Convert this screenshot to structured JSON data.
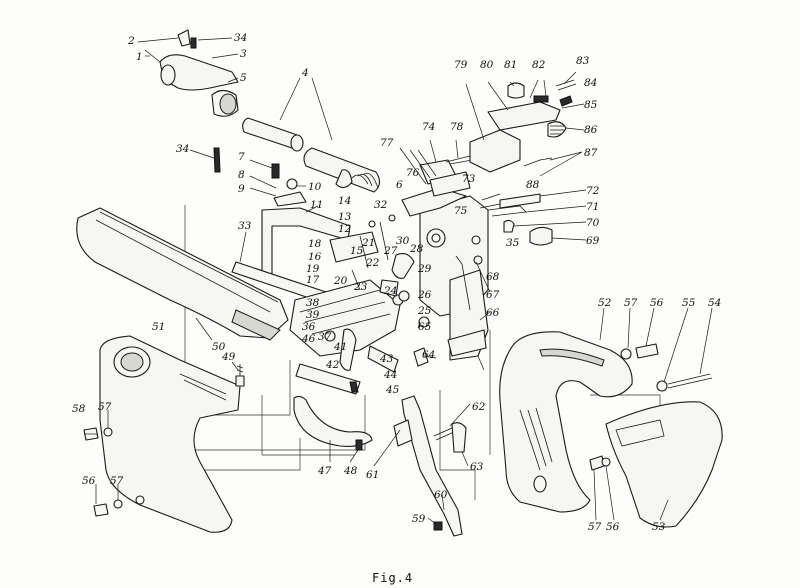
{
  "figure": {
    "caption": "Fig.4"
  },
  "callouts": [
    {
      "id": "c1",
      "text": "1"
    },
    {
      "id": "c2",
      "text": "2"
    },
    {
      "id": "c3",
      "text": "3"
    },
    {
      "id": "c4",
      "text": "4"
    },
    {
      "id": "c5",
      "text": "5"
    },
    {
      "id": "c6",
      "text": "6"
    },
    {
      "id": "c7",
      "text": "7"
    },
    {
      "id": "c8",
      "text": "8"
    },
    {
      "id": "c9",
      "text": "9"
    },
    {
      "id": "c10",
      "text": "10"
    },
    {
      "id": "c11",
      "text": "11"
    },
    {
      "id": "c12",
      "text": "12"
    },
    {
      "id": "c13",
      "text": "13"
    },
    {
      "id": "c14",
      "text": "14"
    },
    {
      "id": "c15",
      "text": "15"
    },
    {
      "id": "c16",
      "text": "16"
    },
    {
      "id": "c17",
      "text": "17"
    },
    {
      "id": "c18",
      "text": "18"
    },
    {
      "id": "c19",
      "text": "19"
    },
    {
      "id": "c20",
      "text": "20"
    },
    {
      "id": "c21",
      "text": "21"
    },
    {
      "id": "c22",
      "text": "22"
    },
    {
      "id": "c23",
      "text": "23"
    },
    {
      "id": "c24",
      "text": "24"
    },
    {
      "id": "c25",
      "text": "25"
    },
    {
      "id": "c26",
      "text": "26"
    },
    {
      "id": "c27",
      "text": "27"
    },
    {
      "id": "c28",
      "text": "28"
    },
    {
      "id": "c29",
      "text": "29"
    },
    {
      "id": "c30",
      "text": "30"
    },
    {
      "id": "c32",
      "text": "32"
    },
    {
      "id": "c33",
      "text": "33"
    },
    {
      "id": "c34a",
      "text": "34"
    },
    {
      "id": "c34b",
      "text": "34"
    },
    {
      "id": "c35",
      "text": "35"
    },
    {
      "id": "c36",
      "text": "36"
    },
    {
      "id": "c37",
      "text": "37"
    },
    {
      "id": "c38",
      "text": "38"
    },
    {
      "id": "c39",
      "text": "39"
    },
    {
      "id": "c41",
      "text": "41"
    },
    {
      "id": "c42",
      "text": "42"
    },
    {
      "id": "c43",
      "text": "43"
    },
    {
      "id": "c44",
      "text": "44"
    },
    {
      "id": "c45",
      "text": "45"
    },
    {
      "id": "c46",
      "text": "46"
    },
    {
      "id": "c47",
      "text": "47"
    },
    {
      "id": "c48",
      "text": "48"
    },
    {
      "id": "c49",
      "text": "49"
    },
    {
      "id": "c50",
      "text": "50"
    },
    {
      "id": "c51",
      "text": "51"
    },
    {
      "id": "c52",
      "text": "52"
    },
    {
      "id": "c53",
      "text": "53"
    },
    {
      "id": "c54",
      "text": "54"
    },
    {
      "id": "c55",
      "text": "55"
    },
    {
      "id": "c56a",
      "text": "56"
    },
    {
      "id": "c56b",
      "text": "56"
    },
    {
      "id": "c56c",
      "text": "56"
    },
    {
      "id": "c57a",
      "text": "57"
    },
    {
      "id": "c57b",
      "text": "57"
    },
    {
      "id": "c57c",
      "text": "57"
    },
    {
      "id": "c57d",
      "text": "57"
    },
    {
      "id": "c58",
      "text": "58"
    },
    {
      "id": "c59",
      "text": "59"
    },
    {
      "id": "c60",
      "text": "60"
    },
    {
      "id": "c61",
      "text": "61"
    },
    {
      "id": "c62",
      "text": "62"
    },
    {
      "id": "c63",
      "text": "63"
    },
    {
      "id": "c64",
      "text": "64"
    },
    {
      "id": "c65",
      "text": "65"
    },
    {
      "id": "c66",
      "text": "66"
    },
    {
      "id": "c67",
      "text": "67"
    },
    {
      "id": "c68",
      "text": "68"
    },
    {
      "id": "c69",
      "text": "69"
    },
    {
      "id": "c70",
      "text": "70"
    },
    {
      "id": "c71",
      "text": "71"
    },
    {
      "id": "c72",
      "text": "72"
    },
    {
      "id": "c73",
      "text": "73"
    },
    {
      "id": "c74",
      "text": "74"
    },
    {
      "id": "c75",
      "text": "75"
    },
    {
      "id": "c76",
      "text": "76"
    },
    {
      "id": "c77",
      "text": "77"
    },
    {
      "id": "c78",
      "text": "78"
    },
    {
      "id": "c79",
      "text": "79"
    },
    {
      "id": "c80",
      "text": "80"
    },
    {
      "id": "c81",
      "text": "81"
    },
    {
      "id": "c82",
      "text": "82"
    },
    {
      "id": "c83",
      "text": "83"
    },
    {
      "id": "c84",
      "text": "84"
    },
    {
      "id": "c85",
      "text": "85"
    },
    {
      "id": "c86",
      "text": "86"
    },
    {
      "id": "c87",
      "text": "87"
    },
    {
      "id": "c88",
      "text": "88"
    }
  ]
}
